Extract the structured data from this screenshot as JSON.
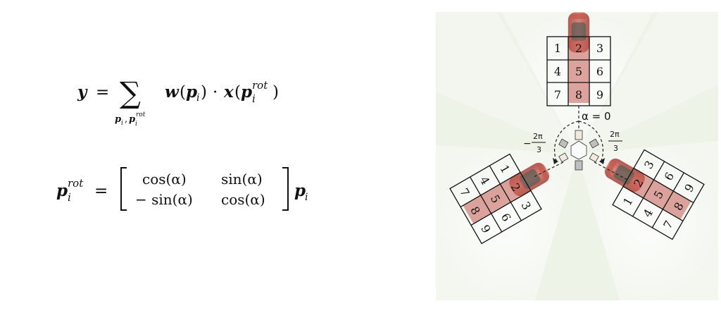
{
  "equation1": {
    "lhs": "y",
    "equals": "=",
    "sum_symbol": "∑",
    "sum_sub_p": "p",
    "sum_sub_i": "i",
    "sum_sub_comma": ",",
    "sum_sub_p2": "p",
    "sum_sub_rot": "rot",
    "sum_sub_i2": "i",
    "w": "w",
    "open_paren": "(",
    "close_paren": ")",
    "p": "p",
    "sub_i": "i",
    "dot": "·",
    "x": "x",
    "sup_rot": "rot"
  },
  "equation2": {
    "lhs_p": "p",
    "lhs_sup": "rot",
    "lhs_sub": "i",
    "equals": "=",
    "m11": "cos(α)",
    "m12": "sin(α)",
    "m21": "− sin(α)",
    "m22": "cos(α)",
    "rhs_p": "p",
    "rhs_sub": "i"
  },
  "diagram": {
    "background_color": "#eef3e8",
    "grid_cells": [
      "1",
      "2",
      "3",
      "4",
      "5",
      "6",
      "7",
      "8",
      "9"
    ],
    "alpha_label": "α = 0",
    "left_angle_sign": "−",
    "left_angle_num": "2π",
    "left_angle_den": "3",
    "right_angle_num": "2π",
    "right_angle_den": "3"
  }
}
